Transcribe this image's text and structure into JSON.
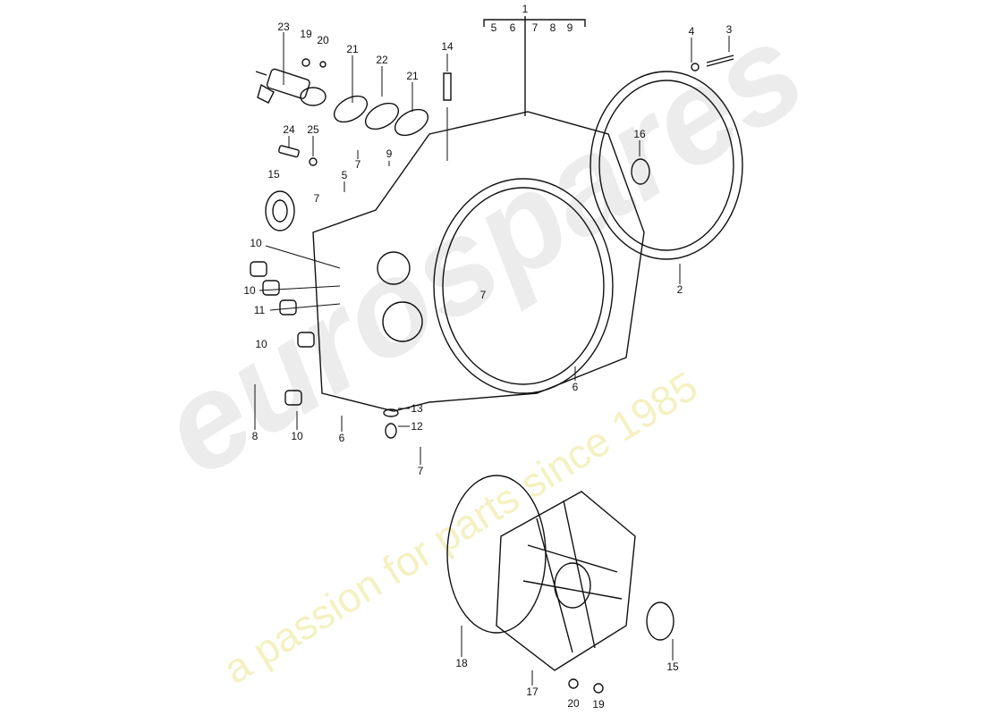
{
  "watermark": {
    "brand": "eurospares",
    "tagline": "a passion for parts since 1985"
  },
  "callouts": [
    "1",
    "5",
    "6",
    "7",
    "8",
    "9",
    "23",
    "19",
    "20",
    "21",
    "22",
    "21",
    "14",
    "4",
    "3",
    "24",
    "25",
    "7",
    "9",
    "15",
    "5",
    "16",
    "7",
    "10",
    "10",
    "11",
    "10",
    "7",
    "2",
    "6",
    "13",
    "12",
    "8",
    "10",
    "6",
    "7",
    "18",
    "17",
    "20",
    "19",
    "15"
  ]
}
